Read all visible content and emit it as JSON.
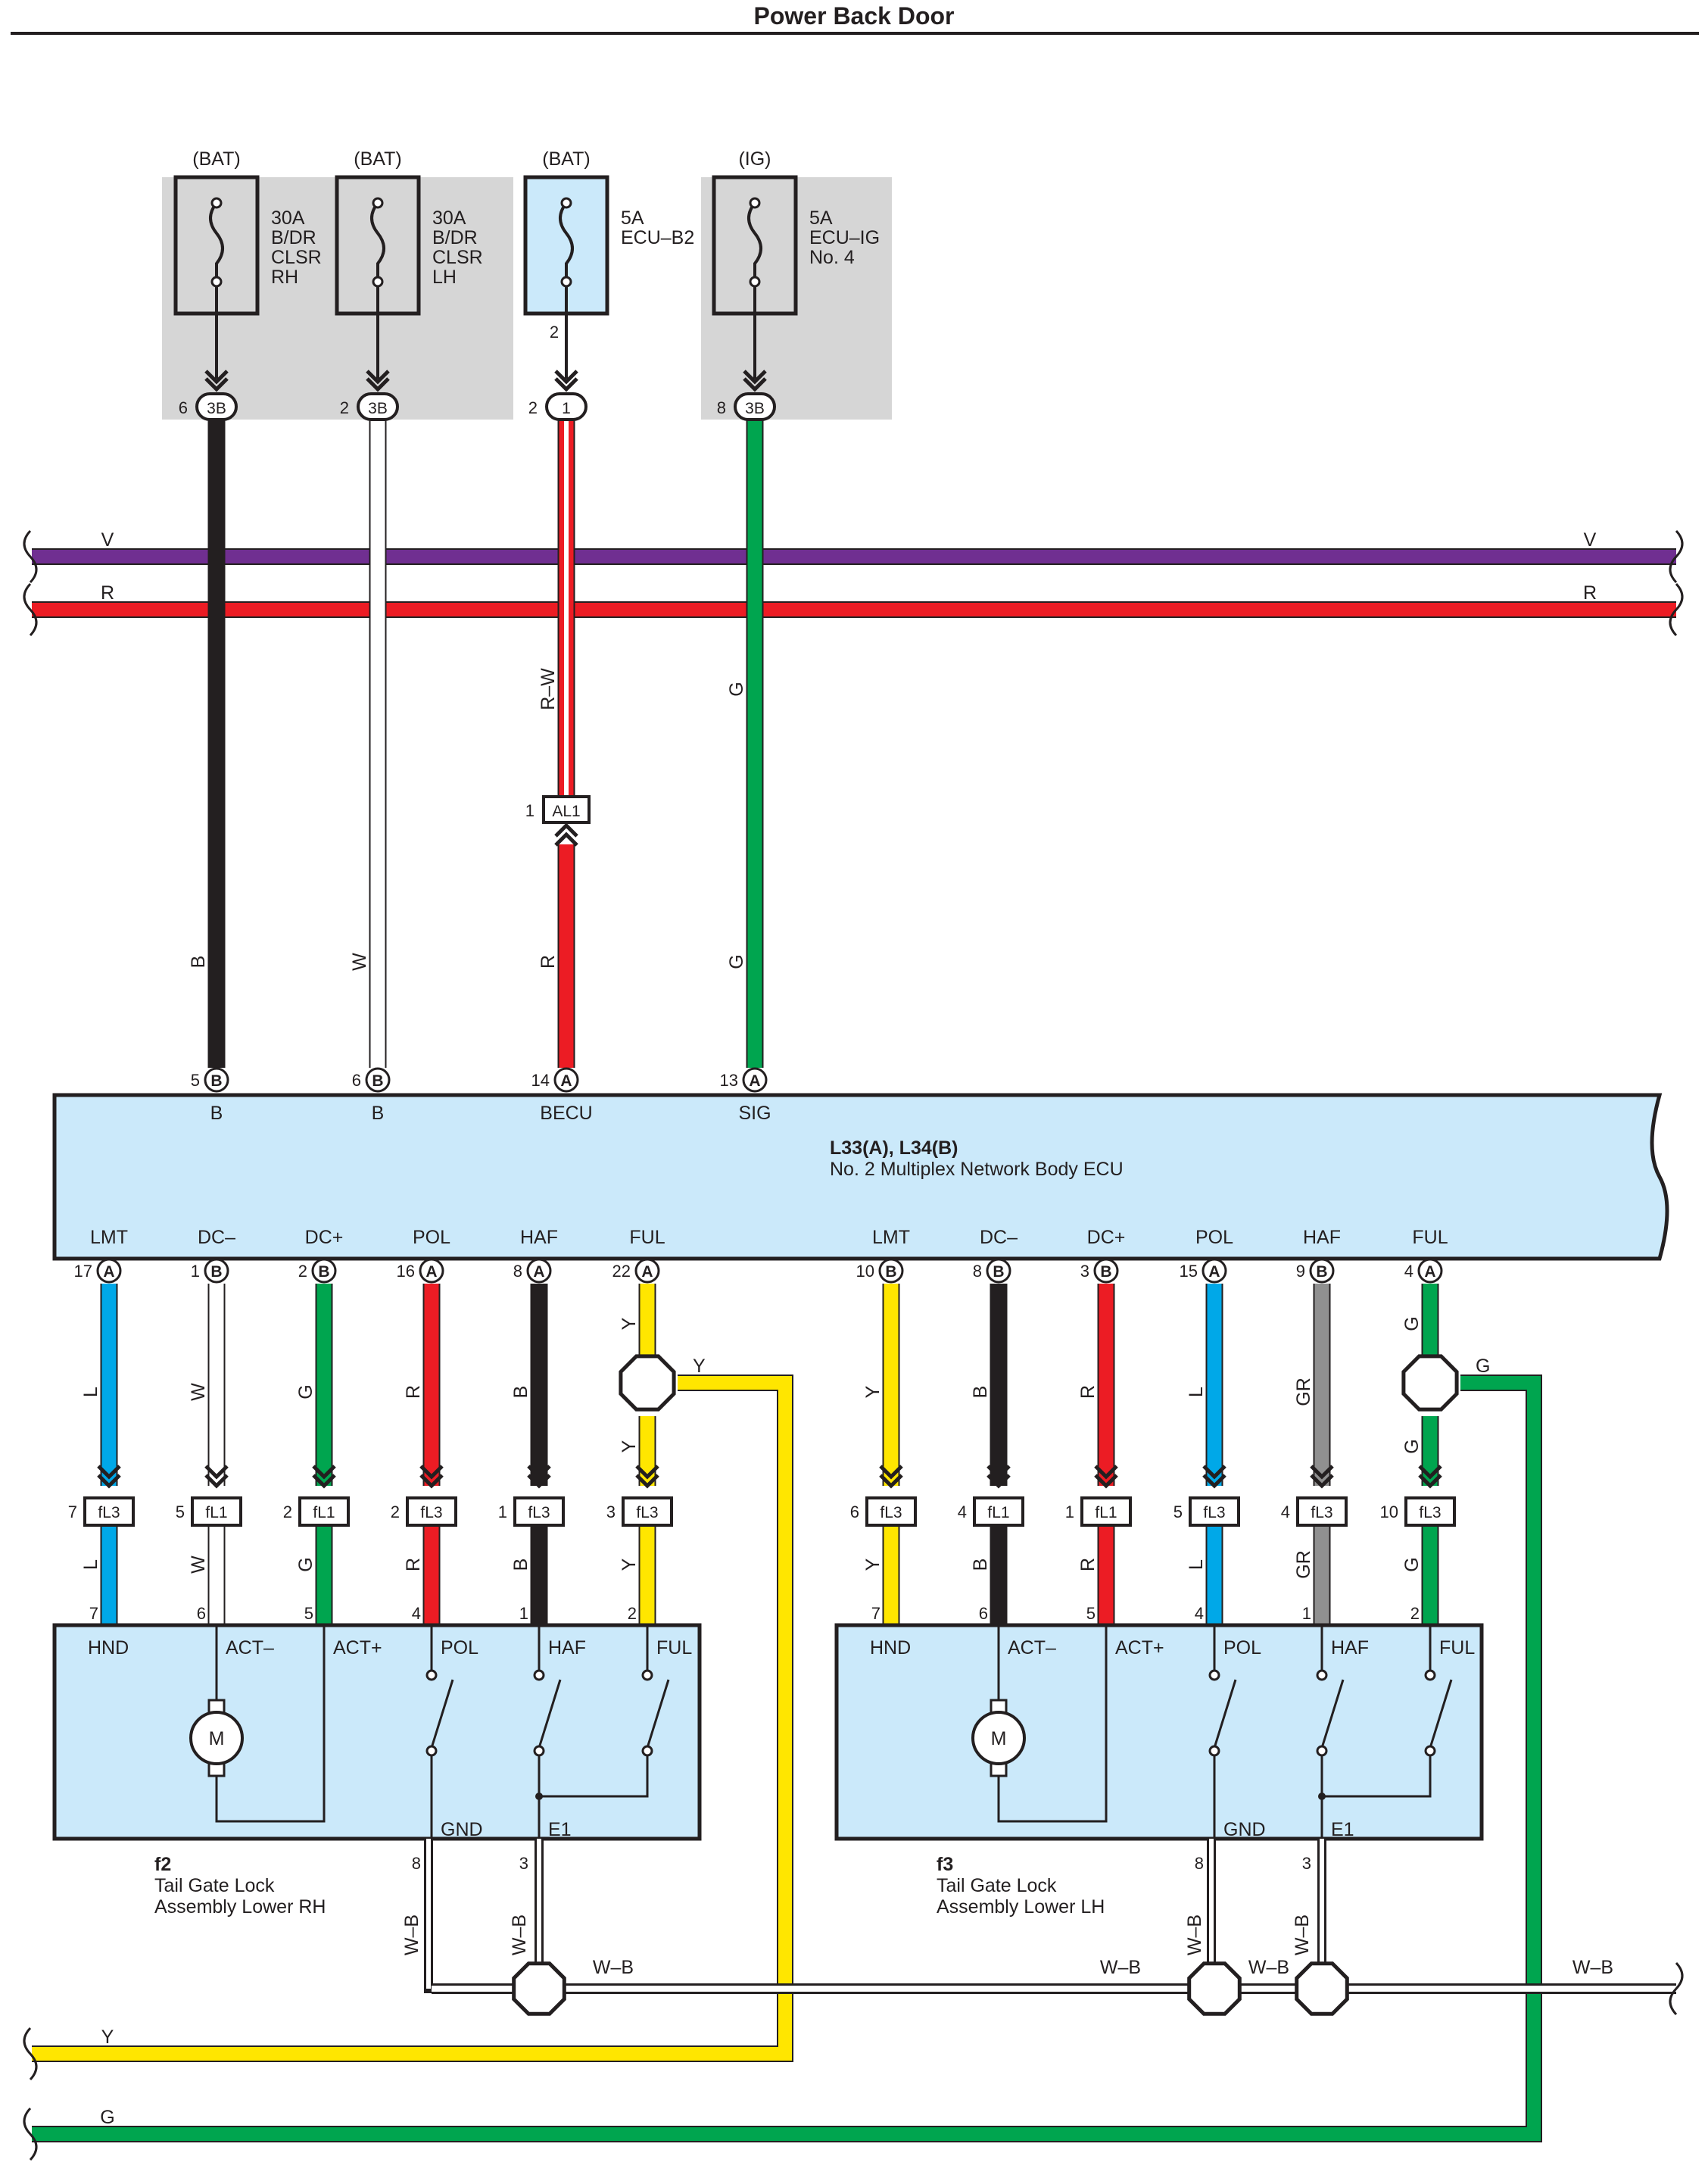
{
  "page": {
    "title": "Power Back Door"
  },
  "colors": {
    "V": "#702f91",
    "R": "#ec1c24",
    "B": "#231f20",
    "W": "#ffffff",
    "G": "#00a54f",
    "Y": "#ffe600",
    "L": "#00a8e8",
    "GR": "#909090",
    "box": "#cbe9fa",
    "gray": "#d6d6d6"
  },
  "fuses": [
    {
      "source": "(BAT)",
      "lines": [
        "30A",
        "B/DR",
        "CLSR",
        "RH"
      ],
      "pin": "6",
      "connector": "3B",
      "shaded": true,
      "wire": "B"
    },
    {
      "source": "(BAT)",
      "lines": [
        "30A",
        "B/DR",
        "CLSR",
        "LH"
      ],
      "pin": "2",
      "connector": "3B",
      "shaded": true,
      "wire": "W"
    },
    {
      "source": "(BAT)",
      "lines": [
        "5A",
        "ECU–B2"
      ],
      "pin": "2",
      "connector": "1",
      "shaded": false,
      "wire": "R–W"
    },
    {
      "source": "(IG)",
      "lines": [
        "5A",
        "ECU–IG",
        "No. 4"
      ],
      "pin": "8",
      "connector": "3B",
      "shaded": true,
      "wire": "G"
    }
  ],
  "buses": [
    {
      "label": "V",
      "color": "V"
    },
    {
      "label": "R",
      "color": "R"
    }
  ],
  "wire_labels": {
    "fuse1_lower": "B",
    "fuse2_lower": "W",
    "fuse3_upper": "R–W",
    "fuse3_lower": "R",
    "fuse4_upper": "G",
    "fuse4_lower": "G"
  },
  "junction_al1": {
    "pin": "1",
    "label": "AL1"
  },
  "ecu": {
    "id": "L33(A), L34(B)",
    "name": "No. 2 Multiplex Network Body ECU",
    "top_pins": [
      {
        "pin": "5",
        "connector": "B",
        "label": "B"
      },
      {
        "pin": "6",
        "connector": "B",
        "label": "B"
      },
      {
        "pin": "14",
        "connector": "A",
        "label": "BECU"
      },
      {
        "pin": "13",
        "connector": "A",
        "label": "SIG"
      }
    ],
    "bottom_groups": [
      [
        {
          "name": "LMT",
          "pin": "17",
          "connector": "A",
          "wire": "L"
        },
        {
          "name": "DC–",
          "pin": "1",
          "connector": "B",
          "wire": "W"
        },
        {
          "name": "DC+",
          "pin": "2",
          "connector": "B",
          "wire": "G"
        },
        {
          "name": "POL",
          "pin": "16",
          "connector": "A",
          "wire": "R"
        },
        {
          "name": "HAF",
          "pin": "8",
          "connector": "A",
          "wire": "B"
        },
        {
          "name": "FUL",
          "pin": "22",
          "connector": "A",
          "wire": "Y"
        }
      ],
      [
        {
          "name": "LMT",
          "pin": "10",
          "connector": "B",
          "wire": "Y"
        },
        {
          "name": "DC–",
          "pin": "8",
          "connector": "B",
          "wire": "B"
        },
        {
          "name": "DC+",
          "pin": "3",
          "connector": "B",
          "wire": "R"
        },
        {
          "name": "POL",
          "pin": "15",
          "connector": "A",
          "wire": "L"
        },
        {
          "name": "HAF",
          "pin": "9",
          "connector": "B",
          "wire": "GR"
        },
        {
          "name": "FUL",
          "pin": "4",
          "connector": "A",
          "wire": "G"
        }
      ]
    ]
  },
  "connectors": [
    [
      {
        "pin": "7",
        "label": "fL3"
      },
      {
        "pin": "5",
        "label": "fL1"
      },
      {
        "pin": "2",
        "label": "fL1"
      },
      {
        "pin": "2",
        "label": "fL3"
      },
      {
        "pin": "1",
        "label": "fL3"
      },
      {
        "pin": "3",
        "label": "fL3"
      }
    ],
    [
      {
        "pin": "6",
        "label": "fL3"
      },
      {
        "pin": "4",
        "label": "fL1"
      },
      {
        "pin": "1",
        "label": "fL1"
      },
      {
        "pin": "5",
        "label": "fL3"
      },
      {
        "pin": "4",
        "label": "fL3"
      },
      {
        "pin": "10",
        "label": "fL3"
      }
    ]
  ],
  "assemblies": [
    {
      "code": "f2",
      "name_lines": [
        "Tail Gate Lock",
        "Assembly Lower RH"
      ],
      "terminals": [
        {
          "pin": "7",
          "label": "HND"
        },
        {
          "pin": "6",
          "label": "ACT–"
        },
        {
          "pin": "5",
          "label": "ACT+"
        },
        {
          "pin": "4",
          "label": "POL"
        },
        {
          "pin": "1",
          "label": "HAF"
        },
        {
          "pin": "2",
          "label": "FUL"
        }
      ],
      "ground_pins": [
        {
          "pin": "8",
          "label": "GND"
        },
        {
          "pin": "3",
          "label": "E1"
        }
      ],
      "motor": "M"
    },
    {
      "code": "f3",
      "name_lines": [
        "Tail Gate Lock",
        "Assembly Lower LH"
      ],
      "terminals": [
        {
          "pin": "7",
          "label": "HND"
        },
        {
          "pin": "6",
          "label": "ACT–"
        },
        {
          "pin": "5",
          "label": "ACT+"
        },
        {
          "pin": "4",
          "label": "POL"
        },
        {
          "pin": "1",
          "label": "HAF"
        },
        {
          "pin": "2",
          "label": "FUL"
        }
      ],
      "ground_pins": [
        {
          "pin": "8",
          "label": "GND"
        },
        {
          "pin": "3",
          "label": "E1"
        }
      ],
      "motor": "M"
    }
  ],
  "ground_wire": "W–B",
  "splice_labels": {
    "left": "Y",
    "right": "G"
  },
  "bottom_buses": [
    {
      "label": "Y",
      "color": "Y"
    },
    {
      "label": "G",
      "color": "G"
    }
  ]
}
